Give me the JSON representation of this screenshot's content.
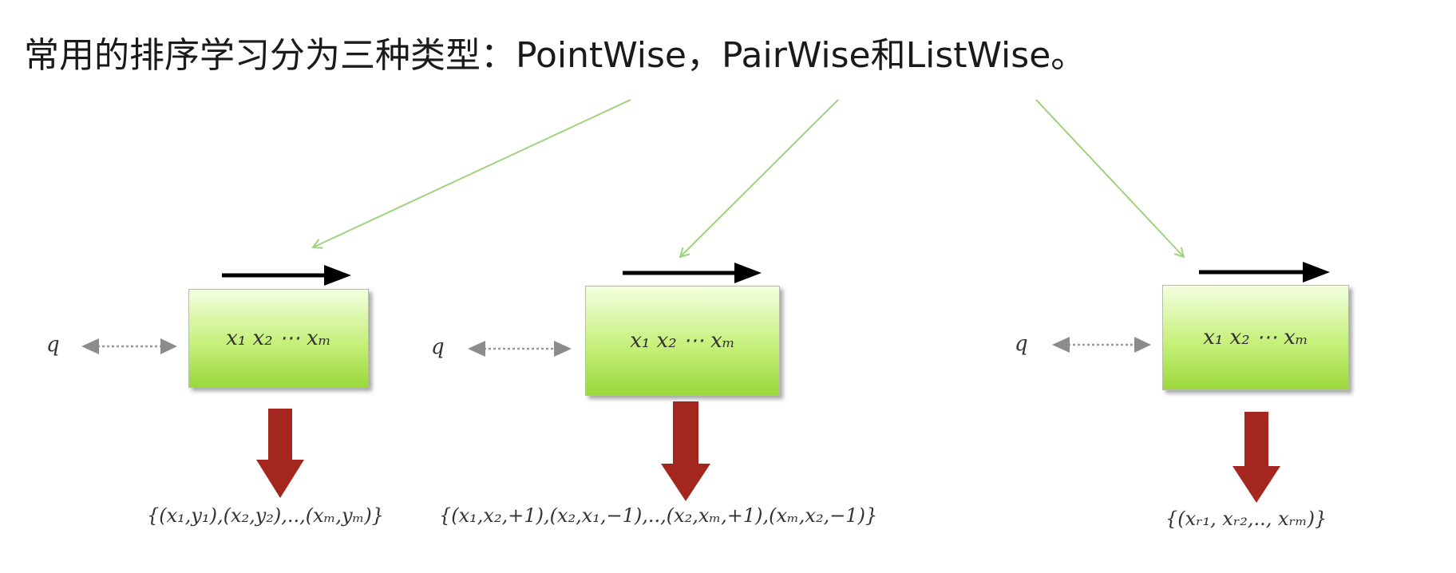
{
  "title": "常用的排序学习分为三种类型：PointWise，PairWise和ListWise。",
  "colors": {
    "connector": "#9ed27e",
    "box_top": "#f3ffe0",
    "box_bottom": "#9bd83c",
    "output_arrow": "#a3261f",
    "bidirectional_arrow": "#888888",
    "direction_arrow": "#000000"
  },
  "panels": [
    {
      "type": "PointWise",
      "query": "q",
      "documents": "x₁ x₂ ⋯ xₘ",
      "output": "{(x₁,y₁),(x₂,y₂),..,(xₘ,yₘ)}"
    },
    {
      "type": "PairWise",
      "query": "q",
      "documents": "x₁ x₂ ⋯ xₘ",
      "output": "{(x₁,x₂,+1),(x₂,x₁,−1),..,(x₂,xₘ,+1),(xₘ,x₂,−1)}"
    },
    {
      "type": "ListWise",
      "query": "q",
      "documents": "x₁ x₂ ⋯ xₘ",
      "output": "{(xᵣ₁, xᵣ₂,.., xᵣₘ)}"
    }
  ]
}
